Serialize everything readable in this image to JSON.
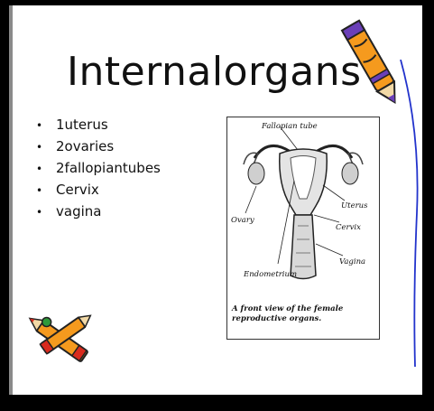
{
  "slide": {
    "title": "Internalorgans",
    "bullet_icon": "bullet-dot",
    "bullets": [
      "1uterus",
      "2ovaries",
      "2fallopiantubes",
      "Cervix",
      "vagina"
    ]
  },
  "figure": {
    "labels": {
      "fallopian_tube": "Fallopian tube",
      "uterus": "Uterus",
      "ovary": "Ovary",
      "cervix": "Cervix",
      "vagina": "Vagina",
      "endometrium": "Endometrium"
    },
    "caption_line1": "A front view of the female",
    "caption_line2": "reproductive organs."
  },
  "decorations": {
    "top_right": "crayon-icon",
    "bottom_left": "crayons-icon",
    "right_edge": "blue-curve-line"
  },
  "colors": {
    "background": "#000000",
    "slide": "#ffffff",
    "crayon_orange": "#f59a1e",
    "crayon_purple": "#6a3fb8",
    "crayon_red": "#d92b1e",
    "crayon_green": "#2f9a3a",
    "curve_blue": "#2233cc"
  }
}
